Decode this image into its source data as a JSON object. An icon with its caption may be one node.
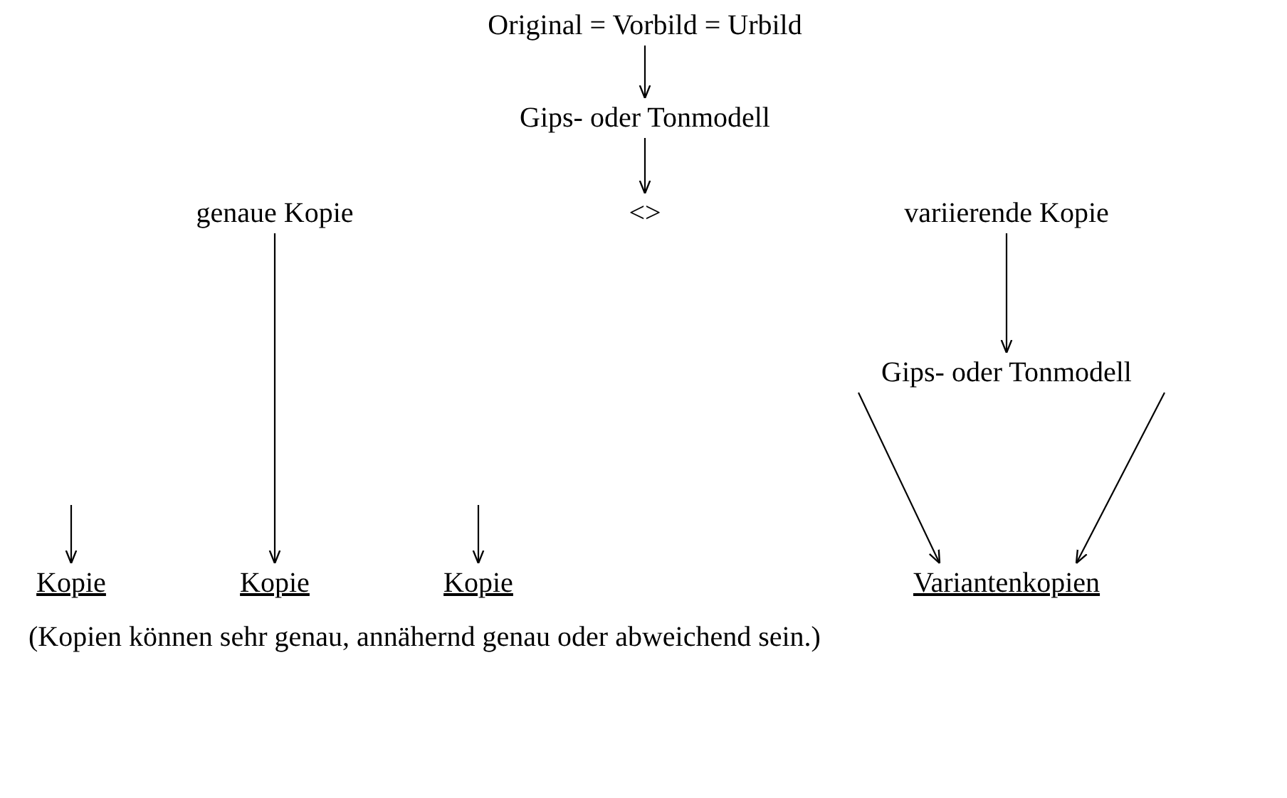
{
  "diagram": {
    "caption": "(Kopien können sehr genau, annähernd genau oder abweichend sein.)",
    "nodes": [
      {
        "text": [
          "Original = Vorbild = Urbild"
        ]
      },
      {
        "text": [
          "Gips- oder Tonmodell"
        ]
      },
      {
        "text": [
          "genaue Kopie"
        ]
      },
      {
        "text": [
          "<>"
        ]
      },
      {
        "text": [
          "variierende Kopie"
        ]
      },
      {
        "text": [
          "Gips- oder Tonmodell"
        ]
      },
      {
        "text": [
          "Kopie"
        ]
      },
      {
        "text": [
          "Kopie"
        ]
      },
      {
        "text": [
          "Kopie"
        ]
      },
      {
        "text": [
          "Variantenkopien"
        ]
      }
    ],
    "edges": [
      {
        "from": 0,
        "to": 1,
        "arrow": "to"
      },
      {
        "from": 1,
        "to": 3,
        "arrow": "to"
      },
      {
        "from": 2,
        "to": 7,
        "arrow": "to"
      },
      {
        "from": null,
        "to": 6,
        "arrow": "to"
      },
      {
        "from": null,
        "to": 8,
        "arrow": "to"
      },
      {
        "from": 4,
        "to": 5,
        "arrow": "to"
      },
      {
        "from": 5,
        "to": 9,
        "arrow": "to"
      },
      {
        "from": 5,
        "to": 9,
        "arrow": "to"
      }
    ]
  }
}
